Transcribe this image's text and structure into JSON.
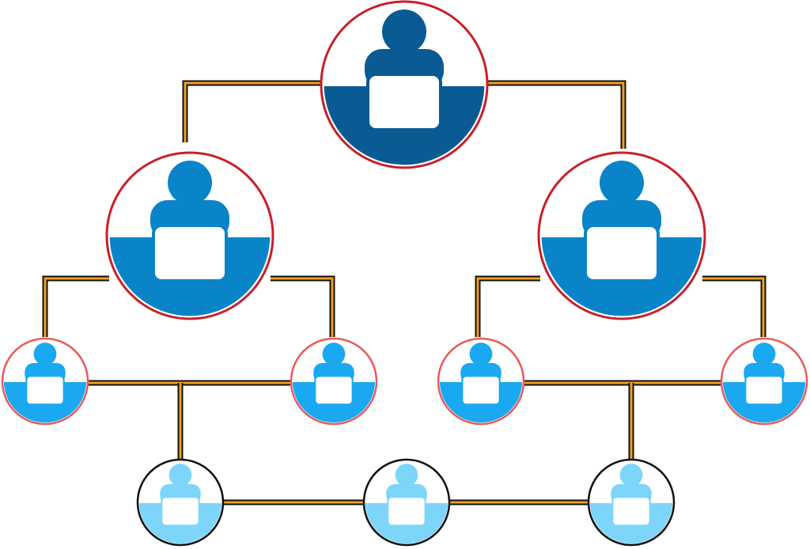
{
  "diagram": {
    "kind": "hierarchy-org-chart",
    "icon": "person-at-desk-icon",
    "background": "#ffffff",
    "connector": {
      "outer_color": "#111111",
      "inner_color": "#f0a020"
    },
    "levels": [
      {
        "level": 1,
        "node_count": 1,
        "fill": "#0a5a94",
        "border": "#c8202a"
      },
      {
        "level": 2,
        "node_count": 2,
        "fill": "#0a84c8",
        "border": "#c8202a"
      },
      {
        "level": 3,
        "node_count": 4,
        "fill": "#1aa8f0",
        "border": "#ea5a5a"
      },
      {
        "level": 4,
        "node_count": 3,
        "fill": "#7dd6fa",
        "border": "#111111"
      }
    ]
  }
}
